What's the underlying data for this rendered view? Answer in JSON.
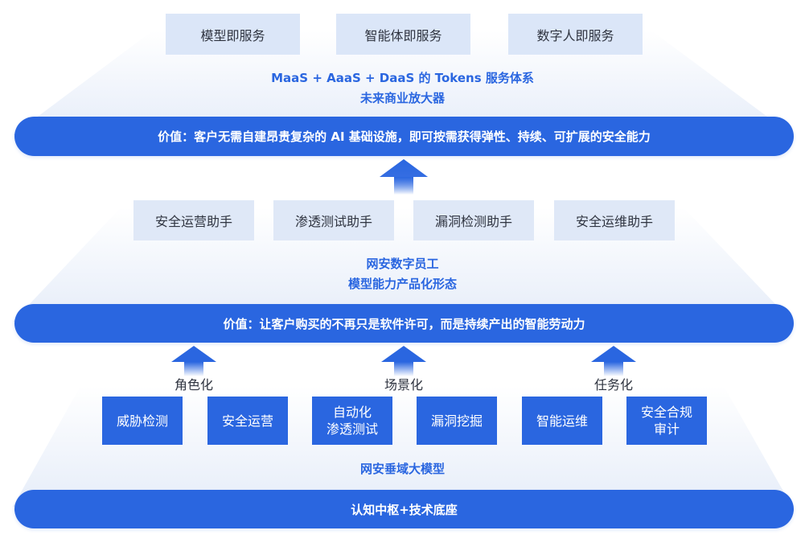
{
  "top": {
    "services": [
      "模型即服务",
      "智能体即服务",
      "数字人即服务"
    ],
    "title_line1": "MaaS + AaaS + DaaS 的 Tokens 服务体系",
    "title_line2": "未来商业放大器",
    "value": "价值：客户无需自建昂贵复杂的 AI 基础设施，即可按需获得弹性、持续、可扩展的安全能力"
  },
  "middle": {
    "assistants": [
      "安全运营助手",
      "渗透测试助手",
      "漏洞检测助手",
      "安全运维助手"
    ],
    "title_line1": "网安数字员工",
    "title_line2": "模型能力产品化形态",
    "value": "价值：让客户购买的不再只是软件许可，而是持续产出的智能劳动力"
  },
  "bottom": {
    "transforms": [
      "角色化",
      "场景化",
      "任务化"
    ],
    "capabilities": [
      {
        "line1": "威胁检测",
        "line2": ""
      },
      {
        "line1": "安全运营",
        "line2": ""
      },
      {
        "line1": "自动化",
        "line2": "渗透测试"
      },
      {
        "line1": "漏洞挖掘",
        "line2": ""
      },
      {
        "line1": "智能运维",
        "line2": ""
      },
      {
        "line1": "安全合规",
        "line2": "审计"
      }
    ],
    "title": "网安垂域大模型",
    "base": "认知中枢+技术底座"
  },
  "colors": {
    "accent": "#2a66e0",
    "card_bg": "#dbe6f8",
    "text": "#2f3440"
  }
}
